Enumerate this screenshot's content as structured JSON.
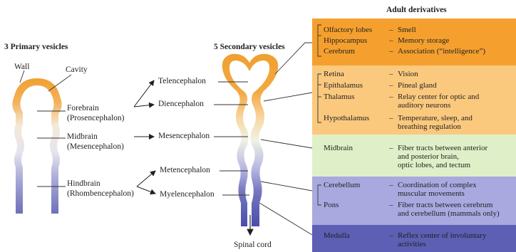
{
  "primary": {
    "heading": "3 Primary vesicles",
    "wall_label": "Wall",
    "cavity_label": "Cavity",
    "vesicles": [
      {
        "name": "Forebrain",
        "alt": "(Prosencephalon)"
      },
      {
        "name": "Midbrain",
        "alt": "(Mesencephalon)"
      },
      {
        "name": "Hindbrain",
        "alt": "(Rhombencephalon)"
      }
    ]
  },
  "secondary": {
    "heading": "5 Secondary vesicles",
    "vesicles": [
      "Telencephalon",
      "Diencephalon",
      "Mesencephalon",
      "Metencephalon",
      "Myelencephalon"
    ],
    "spinal_cord_label": "Spinal cord"
  },
  "adult": {
    "heading": "Adult derivatives",
    "groups": [
      {
        "color": "#f5a02e",
        "items": [
          {
            "structure": "Olfactory lobes",
            "functions": [
              "Smell"
            ]
          },
          {
            "structure": "Hippocampus",
            "functions": [
              "Memory storage"
            ]
          },
          {
            "structure": "Cerebrum",
            "functions": [
              "Association (“intelligence”)"
            ]
          }
        ]
      },
      {
        "color": "#fbc97e",
        "items": [
          {
            "structure": "Retina",
            "functions": [
              "Vision"
            ]
          },
          {
            "structure": "Epithalamus",
            "functions": [
              "Pineal gland"
            ]
          },
          {
            "structure": "Thalamus",
            "functions": [
              "Relay center for optic and",
              "auditory neurons"
            ]
          },
          {
            "structure": "Hypothalamus",
            "functions": [
              "Temperature, sleep, and",
              "breathing regulation"
            ]
          }
        ]
      },
      {
        "color": "#dff0c8",
        "items": [
          {
            "structure": "Midbrain",
            "functions": [
              "Fiber tracts between anterior",
              "and posterior brain,",
              "optic lobes, and tectum"
            ]
          }
        ]
      },
      {
        "color": "#a9a9e0",
        "items": [
          {
            "structure": "Cerebellum",
            "functions": [
              "Coordination of complex",
              "muscular movements"
            ]
          },
          {
            "structure": "Pons",
            "functions": [
              "Fiber tracts between cerebrum",
              "and cerebellum (mammals only)"
            ]
          }
        ]
      },
      {
        "color": "#5c5fb3",
        "items": [
          {
            "structure": "Medulla",
            "functions": [
              "Reflex center of involuntary",
              "activities"
            ]
          }
        ]
      }
    ]
  },
  "colors": {
    "orange": "#f0a030",
    "light_orange": "#fbc97e",
    "mid_blue": "#8f8fd0",
    "dark_blue": "#4a4ea8",
    "tube_fill": "#ffffff"
  }
}
